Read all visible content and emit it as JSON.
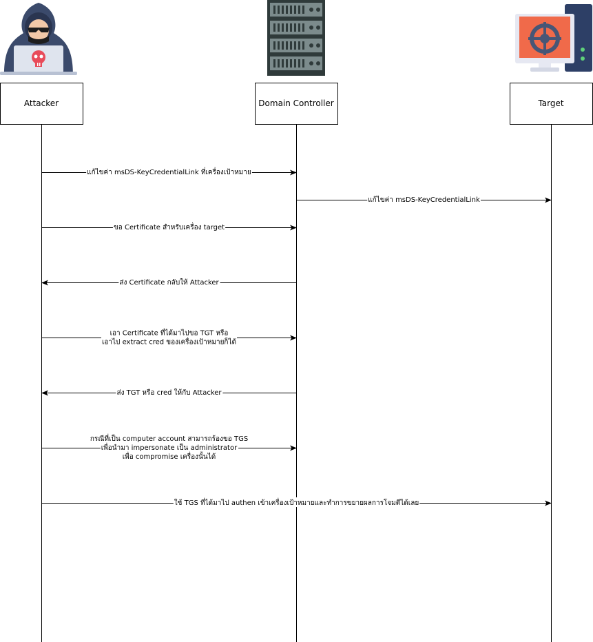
{
  "participants": [
    {
      "id": "attacker",
      "label": "Attacker",
      "icon": "hacker-icon"
    },
    {
      "id": "dc",
      "label": "Domain Controller",
      "icon": "server-icon"
    },
    {
      "id": "target",
      "label": "Target",
      "icon": "target-computer-icon"
    }
  ],
  "messages": [
    {
      "from": "attacker",
      "to": "dc",
      "lines": [
        "แก้ไขค่า msDS-KeyCredentialLink ที่เครื่องเป้าหมาย"
      ]
    },
    {
      "from": "dc",
      "to": "target",
      "lines": [
        "แก้ไขค่า msDS-KeyCredentialLink"
      ]
    },
    {
      "from": "attacker",
      "to": "dc",
      "lines": [
        "ขอ Certificate สำหรับเครื่อง target"
      ]
    },
    {
      "from": "dc",
      "to": "attacker",
      "lines": [
        "ส่ง Certificate กลับให้ Attacker"
      ]
    },
    {
      "from": "attacker",
      "to": "dc",
      "lines": [
        "เอา Certificate ที่ได้มาไปขอ TGT หรือ",
        "เอาไป extract cred ของเครื่องเป้าหมายก็ได้"
      ]
    },
    {
      "from": "dc",
      "to": "attacker",
      "lines": [
        "ส่ง TGT หรือ cred ให้กับ Attacker"
      ]
    },
    {
      "from": "attacker",
      "to": "dc",
      "lines": [
        "กรณีที่เป็น computer account สามารถร้องขอ TGS",
        "เพื่อนำมา impersonate เป็น administrator",
        "เพื่อ compromise เครื่องนั้นได้"
      ]
    },
    {
      "from": "attacker",
      "to": "target",
      "lines": [
        "ใช้ TGS ที่ได้มาไป authen เข้าเครื่องเป้าหมายและทำการขยายผลการโจมตีได้เลย"
      ]
    }
  ],
  "colors": {
    "line": "#000000",
    "hood": "#3b4a6b",
    "skull": "#e84b5a",
    "laptop": "#dfe4ee",
    "server": "#2f3a3a",
    "monitor": "#f06a4a",
    "tower": "#2d3f66"
  }
}
